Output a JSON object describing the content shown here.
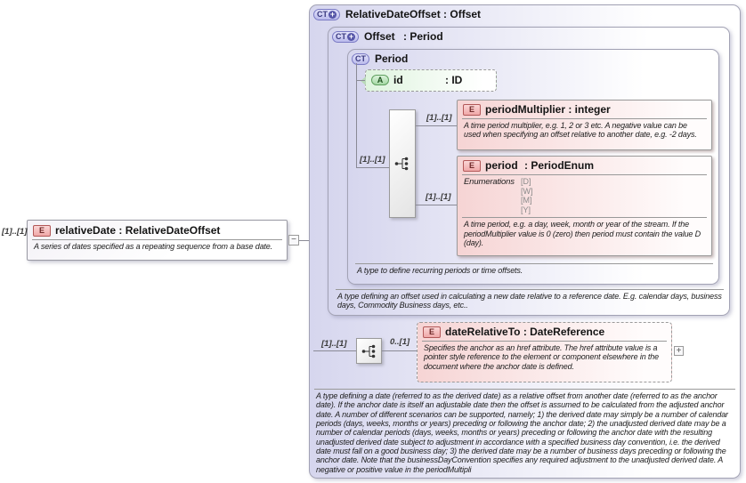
{
  "colors": {
    "type_box_tint": "#d6d6ee",
    "element_box_tint": "#f6d4d4",
    "attribute_box_tint": "#dbf3db",
    "connector": "#8a8a96"
  },
  "root_element": {
    "cardinality": "[1]..[1]",
    "kind_label": "E",
    "title": "relativeDate : RelativeDateOffset",
    "annotation": "A series of dates specified as a repeating sequence from a base date.",
    "collapse_glyph": "−"
  },
  "outer": {
    "kind_label": "CT",
    "plus_glyph": "+",
    "title": "RelativeDateOffset : Offset",
    "annotation": "A type defining a date (referred to as the derived date) as a relative offset from another date (referred to as the anchor date). If the anchor date is itself an adjustable date then the offset is assumed to be calculated from the adjusted anchor date. A number of different scenarios can be supported, namely; 1) the derived date may simply be a number of calendar periods (days, weeks, months or years) preceding or following the anchor date; 2) the unadjusted derived date may be a number of calendar periods (days, weeks, months or years) preceding or following the anchor date with the resulting unadjusted derived date subject to adjustment in accordance with a specified business day convention, i.e. the derived date must fall on a good business day; 3) the derived date may be a number of business days preceding or following the anchor date. Note that the businessDayConvention specifies any required adjustment to the unadjusted derived date. A negative or positive value in the periodMultipli"
  },
  "offset": {
    "kind_label": "CT",
    "plus_glyph": "+",
    "name": "Offset",
    "base": ": Period",
    "annotation": "A type defining an offset used in calculating a new date relative to a reference date. E.g. calendar days, business days, Commodity Business days, etc.."
  },
  "period_type": {
    "kind_label": "CT",
    "name": "Period",
    "annotation": "A type to define recurring periods or time offsets.",
    "sequence_cardinality": "[1]..[1]"
  },
  "id_attr": {
    "kind_label": "A",
    "name": "id",
    "type": ": ID"
  },
  "period_multiplier": {
    "cardinality": "[1]..[1]",
    "kind_label": "E",
    "name": "periodMultiplier",
    "type": ": integer",
    "annotation": "A time period multiplier, e.g. 1, 2 or 3 etc. A negative value can be used when specifying an offset relative to another date, e.g. -2 days."
  },
  "period_element": {
    "cardinality": "[1]..[1]",
    "kind_label": "E",
    "name": "period",
    "type": ": PeriodEnum",
    "enumerations_label": "Enumerations",
    "enumerations": [
      "[D]",
      "[W]",
      "[M]",
      "[Y]"
    ],
    "annotation": "A time period, e.g. a day, week, month or year of the stream. If the periodMultiplier value is 0 (zero) then period must contain the value D (day)."
  },
  "date_relative_to": {
    "sequence_cardinality": "[1]..[1]",
    "cardinality": "0..[1]",
    "kind_label": "E",
    "name": "dateRelativeTo",
    "type": ": DateReference",
    "annotation": "Specifies the anchor as an href attribute. The href attribute value is a pointer style reference to the element or component elsewhere in the document where the anchor date is defined.",
    "expand_glyph": "+"
  }
}
